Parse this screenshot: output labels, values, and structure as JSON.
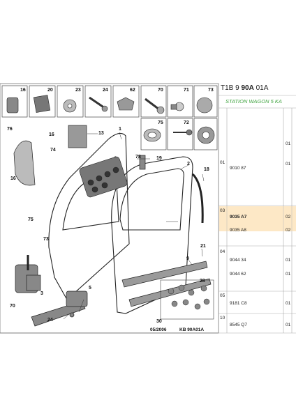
{
  "header": {
    "prefix": "T1B 9",
    "code": "90A",
    "suffix": "01A"
  },
  "model": "STATION WAGON 5 KA",
  "top_row_labels": [
    "16",
    "20",
    "23",
    "24",
    "62",
    "70",
    "71",
    "73"
  ],
  "second_row_labels": [
    "75",
    "72"
  ],
  "callouts": {
    "c76": "76",
    "c16a": "16",
    "c16b": "16",
    "c74": "74",
    "c13": "13",
    "c1": "1",
    "c78": "78",
    "c19": "19",
    "c18": "18",
    "c2": "2",
    "c21": "21",
    "c9": "9",
    "c75": "75",
    "c73": "73",
    "c3": "3",
    "c70": "70",
    "c24": "24",
    "c5": "5",
    "c28": "28",
    "c30": "30"
  },
  "table": {
    "rows": [
      {
        "idx": "01",
        "code": "9010 87",
        "sub": "01"
      },
      {
        "idx": "",
        "code": "",
        "sub": "01"
      },
      {
        "idx": "03",
        "code": "9035 A7",
        "sub": "02"
      },
      {
        "idx": "",
        "code": "9035 A8",
        "sub": "02"
      },
      {
        "idx": "04",
        "code": "9044 34",
        "sub": "01"
      },
      {
        "idx": "",
        "code": "9044 62",
        "sub": "01"
      },
      {
        "idx": "05",
        "code": "9181 C8",
        "sub": "01"
      },
      {
        "idx": "10",
        "code": "8545 Q7",
        "sub": "01"
      }
    ]
  },
  "footer": {
    "date": "05/2006",
    "ref": "KB 90A01A"
  },
  "colors": {
    "highlight": "#fde7c3",
    "model_green": "#3fa33f"
  }
}
